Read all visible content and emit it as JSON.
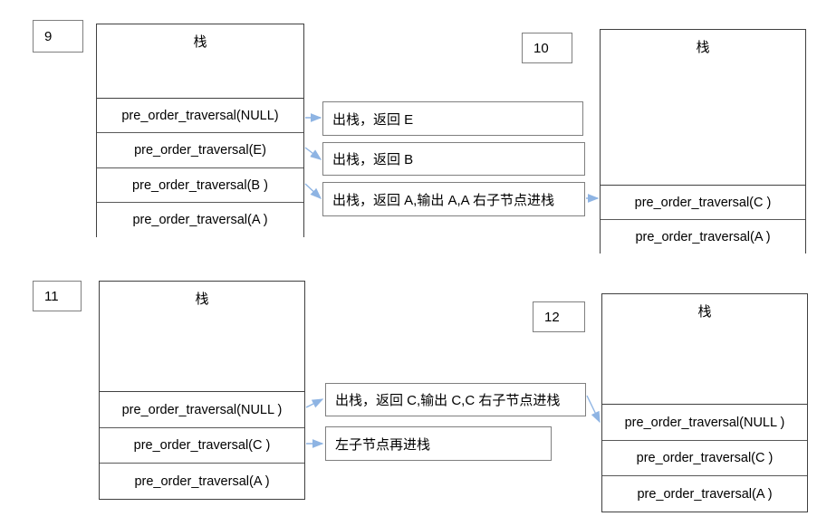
{
  "diagram": {
    "title_glyph": "栈",
    "panels": [
      {
        "tag": "9",
        "header": "栈",
        "rows": [
          "pre_order_traversal(NULL)",
          "pre_order_traversal(E)",
          "pre_order_traversal(B )",
          "pre_order_traversal(A )"
        ]
      },
      {
        "tag": "10",
        "header": "栈",
        "rows": [
          "pre_order_traversal(C )",
          "pre_order_traversal(A )"
        ]
      },
      {
        "tag": "11",
        "header": "栈",
        "rows": [
          "pre_order_traversal(NULL )",
          "pre_order_traversal(C )",
          "pre_order_traversal(A )"
        ]
      },
      {
        "tag": "12",
        "header": "栈",
        "rows": [
          "pre_order_traversal(NULL )",
          "pre_order_traversal(C )",
          "pre_order_traversal(A )"
        ]
      }
    ],
    "notes": [
      "出栈，返回 E",
      "出栈，返回 B",
      "出栈，返回 A,输出 A,A 右子节点进栈",
      "出栈，返回 C,输出 C,C 右子节点进栈",
      "左子节点再进栈"
    ],
    "colors": {
      "arrow": "#8eb4e3",
      "panel_border": "#404040",
      "row_border": "#595959",
      "note_border": "#7f7f7f",
      "background": "#ffffff",
      "text": "#000000"
    }
  }
}
